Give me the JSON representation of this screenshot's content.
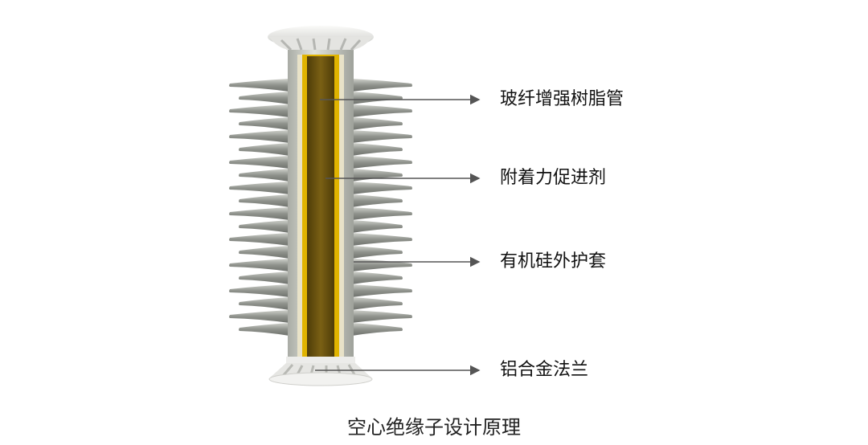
{
  "labels": [
    {
      "text": "玻纤增强树脂管"
    },
    {
      "text": "附着力促进剂"
    },
    {
      "text": "有机硅外护套"
    },
    {
      "text": "铝合金法兰"
    }
  ],
  "caption": "空心绝缘子设计原理",
  "colors": {
    "shed": "#8e918c",
    "shed_light": "#c8cac4",
    "tube": "#c9cbc3",
    "core_yellow": "#e0b400",
    "core_inner": "#6b5410",
    "flange": "#eeeeec",
    "arrow": "#555555"
  }
}
